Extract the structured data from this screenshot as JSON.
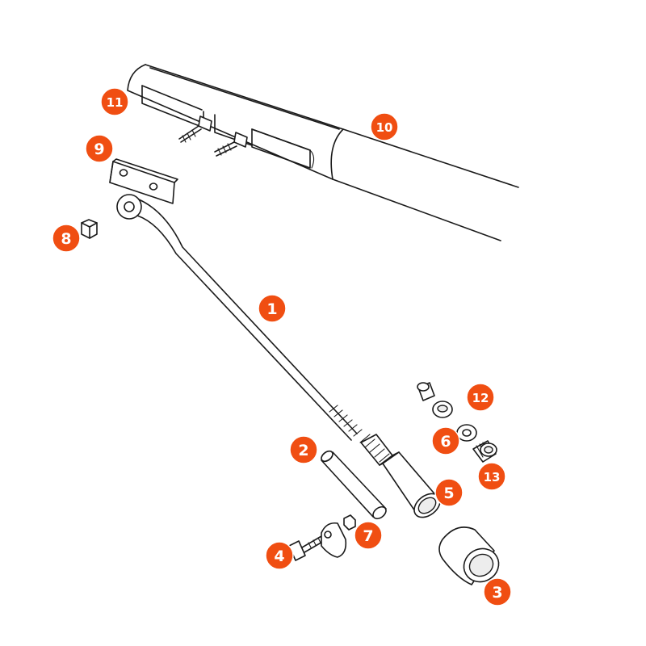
{
  "colors": {
    "callout": "#f04e12",
    "callout_text": "#ffffff",
    "line": "#1a1a1a"
  },
  "callouts": [
    {
      "label": "1",
      "part": "tie-rod"
    },
    {
      "label": "2",
      "part": "sleeve"
    },
    {
      "label": "3",
      "part": "end-cap"
    },
    {
      "label": "4",
      "part": "bolt"
    },
    {
      "label": "5",
      "part": "adjuster-tube"
    },
    {
      "label": "6",
      "part": "washer"
    },
    {
      "label": "7",
      "part": "clamp-nut"
    },
    {
      "label": "8",
      "part": "nut"
    },
    {
      "label": "9",
      "part": "plate"
    },
    {
      "label": "10",
      "part": "beam"
    },
    {
      "label": "11",
      "part": "beam-end"
    },
    {
      "label": "12",
      "part": "bushing"
    },
    {
      "label": "13",
      "part": "threaded-bushing"
    }
  ]
}
